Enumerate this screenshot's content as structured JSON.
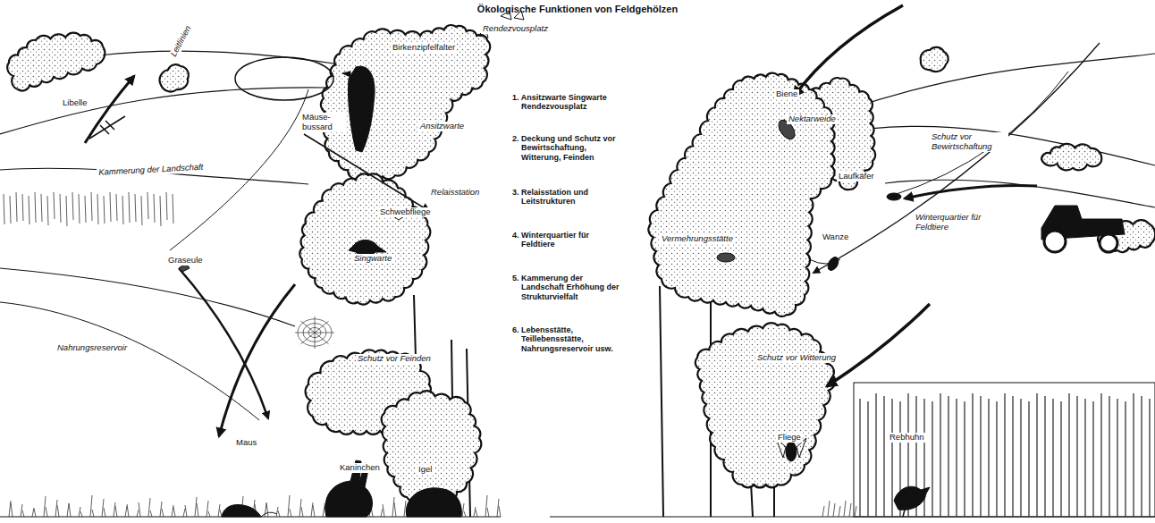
{
  "diagram": {
    "title": "Ökologische Funktionen von Feldgehölzen",
    "labels": [
      "Rendezvousplatz",
      "Birkenzipfelfalter",
      "Libelle",
      "Leitlinien",
      "Mäuse- bussard",
      "Ansitzwarte",
      "Kammerung der Landschaft",
      "Relaisstation",
      "Schwebfliege",
      "Singwarte",
      "Graseule",
      "Nahrungsreservoir",
      "Schutz vor Feinden",
      "Maus",
      "Kaninchen",
      "Igel",
      "1. Ansitzwarte Singwarte Rendezvousplatz",
      "2. Deckung und Schutz vor Bewirtschaftung, Witterung, Feinden",
      "3. Relaisstation und Leitstrukturen",
      "4. Winterquartier für Feldtiere",
      "5. Kammerung der Landschaft Erhöhung der Strukturvielfalt",
      "6. Lebensstätte, Teillebensstätte, Nahrungsreservoir usw.",
      "Biene",
      "Nektarweide",
      "Schutz vor Bewirtschaftung",
      "Vermehrungsstätte",
      "Laufkäfer",
      "Winterquartier für Feldtiere",
      "Wanze",
      "Schutz vor Witterung",
      "Fliege",
      "Rebhuhn"
    ]
  }
}
